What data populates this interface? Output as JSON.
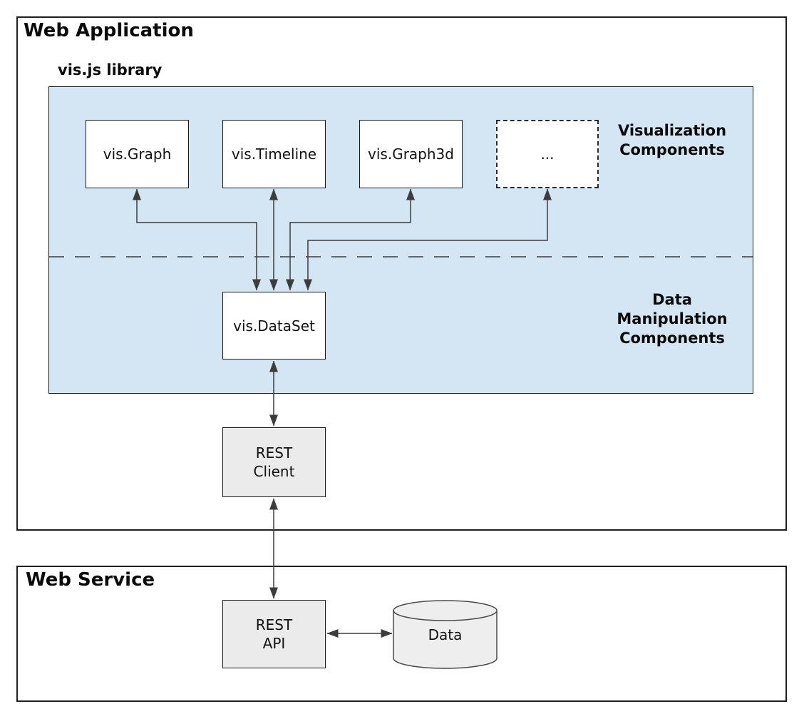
{
  "web_application": {
    "title": "Web Application",
    "vis_library": {
      "title": "vis.js library",
      "components": [
        {
          "label": "vis.Graph"
        },
        {
          "label": "vis.Timeline"
        },
        {
          "label": "vis.Graph3d"
        },
        {
          "label": "..."
        }
      ],
      "dataset": {
        "label": "vis.DataSet"
      },
      "section_labels": {
        "visualization": "Visualization Components",
        "data_manipulation": "Data Manipulation Components"
      }
    },
    "rest_client": {
      "label": "REST\nClient"
    }
  },
  "web_service": {
    "title": "Web Service",
    "rest_api": {
      "label": "REST\nAPI"
    },
    "data_store": {
      "label": "Data"
    }
  },
  "colors": {
    "library_fill": "#d4e6f4",
    "component_fill": "#ffffff",
    "service_node_fill": "#ebebeb",
    "line": "#3c3c3c",
    "border": "#1f1f1f"
  }
}
